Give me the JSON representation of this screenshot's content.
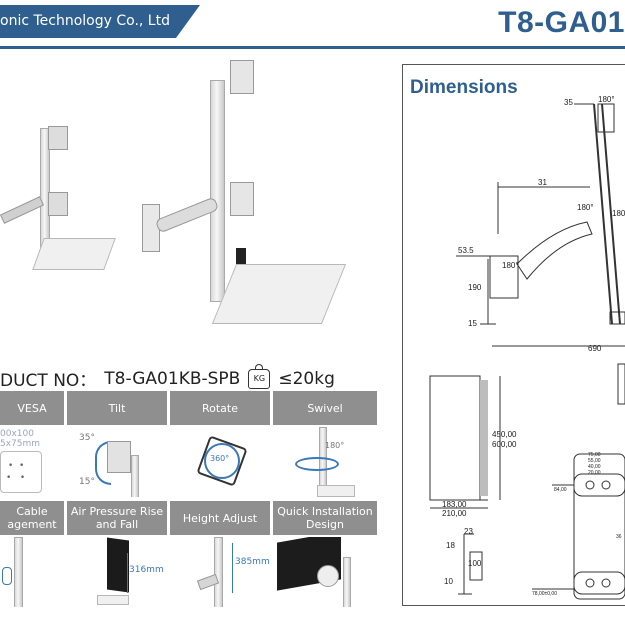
{
  "header": {
    "company": "onic Technology Co., Ltd",
    "model": "T8-GA01"
  },
  "product": {
    "label": "DUCT NO：",
    "number": "T8-GA01KB-SPB",
    "kg_icon": "KG",
    "capacity": "≤20kg"
  },
  "features": {
    "row1": [
      "VESA",
      "Tilt",
      "Rotate",
      "Swivel"
    ],
    "row2": [
      "Cable agement",
      "Air Pressure Rise and Fall",
      "Height Adjust",
      "Quick Installation Design"
    ],
    "vesa_text": [
      "00x100",
      "5x75mm"
    ],
    "tilt_angles": [
      "35°",
      "15°"
    ],
    "rotate_angle": "360°",
    "swivel_angle": "180°",
    "air_pressure_value": "316mm",
    "height_value": "385mm"
  },
  "dimensions": {
    "title": "Dimensions",
    "labels": {
      "d35": "35",
      "a180_top": "180°",
      "d31": "31",
      "a180_mid": "180°",
      "a180_right": "180°",
      "d535": "53.5",
      "a180_low": "180°",
      "d190": "190",
      "d15": "15",
      "d690": "690",
      "d450": "450,00",
      "d600": "600,00",
      "d183": "183,00",
      "d210": "210,00",
      "d23": "23",
      "d18": "18",
      "d100": "100",
      "d10": "10",
      "p7500": "75,00",
      "p5500": "55,00",
      "p4000": "40,00",
      "p2000": "20,00",
      "p8400": "84,00",
      "p3600": "36",
      "p7800": "78,00±0,00"
    }
  }
}
